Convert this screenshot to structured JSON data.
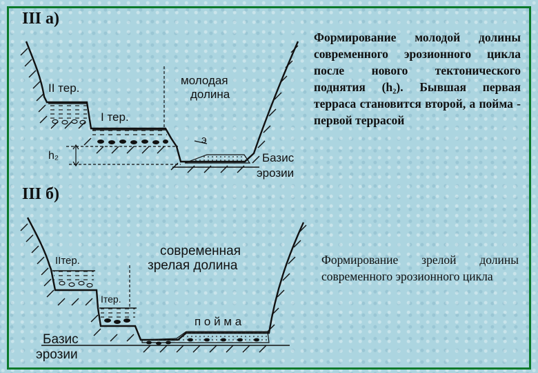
{
  "top": {
    "header": "III а)",
    "labels": {
      "terrace2": "II тер.",
      "terrace1": "I тер.",
      "young_valley_line1": "молодая",
      "young_valley_line2": "долина",
      "e": "э",
      "h2": "h₂",
      "basis_line1": "Базис",
      "basis_line2": "эрозии"
    },
    "description": "Формирование молодой долины современного эрозионного цикла после нового тектонического поднятия (h₂). Бывшая первая терраса становится второй, а пойма - первой террасой"
  },
  "bottom": {
    "header": "III б)",
    "labels": {
      "terrace2": "IIтер.",
      "terrace1": "Iтер.",
      "valley_line1": "современная",
      "valley_line2": "зрелая долина",
      "floodplain": "п о й м а",
      "basis_line1": "Базис",
      "basis_line2": "эрозии"
    },
    "description": "Формирование зрелой долины современного эрозионного цикла"
  }
}
